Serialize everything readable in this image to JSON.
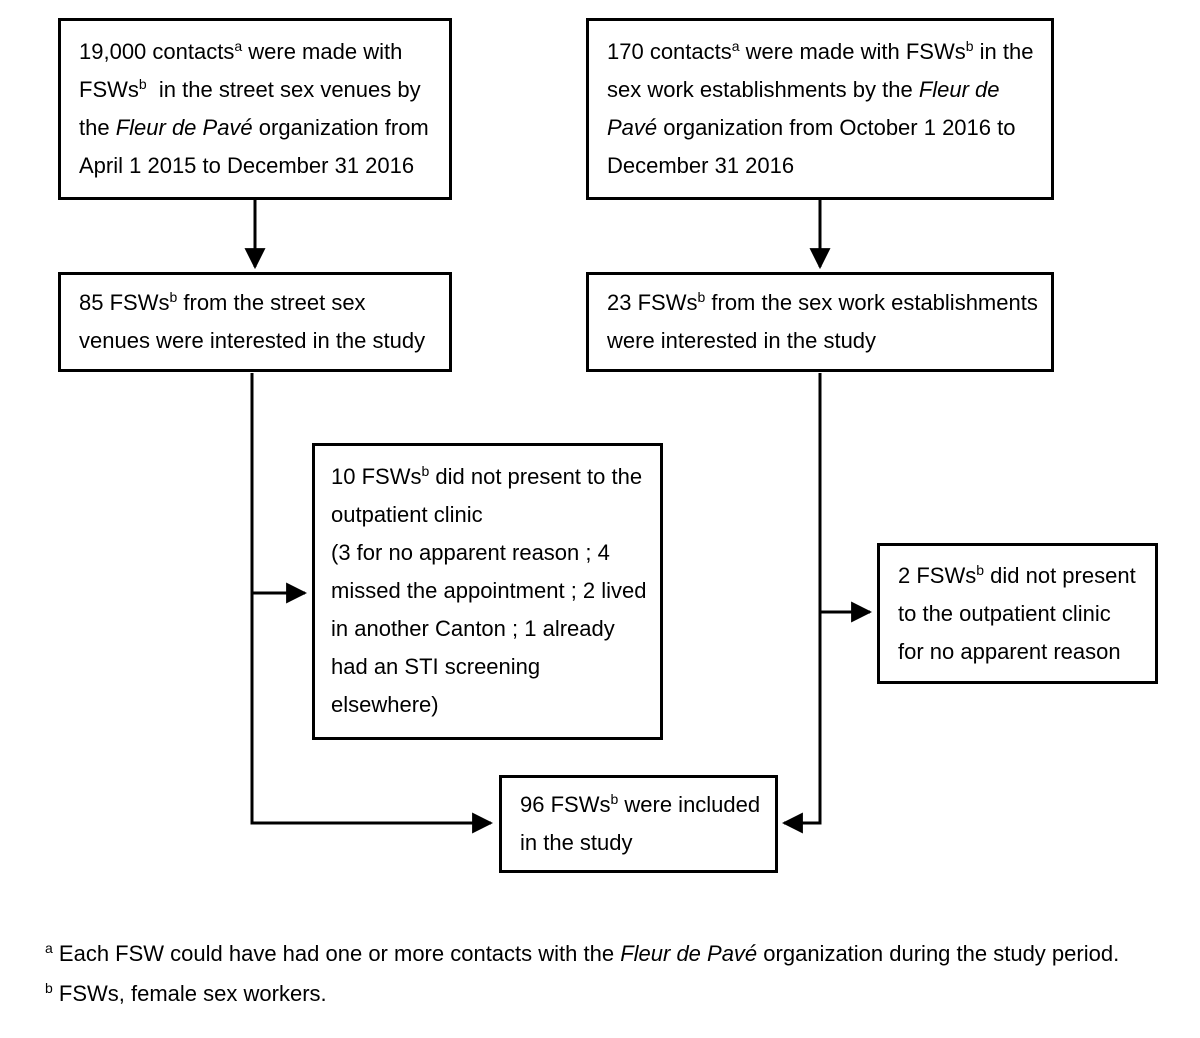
{
  "colors": {
    "line": "#000000",
    "background": "#ffffff",
    "text": "#000000"
  },
  "boxes": {
    "street_contacts": {
      "lines": [
        [
          {
            "t": "19,000 contacts"
          },
          {
            "t": "a",
            "s": "sup"
          },
          {
            "t": " were made with"
          }
        ],
        [
          {
            "t": "FSWs"
          },
          {
            "t": "b",
            "s": "sup"
          },
          {
            "t": "  in the street sex venues by"
          }
        ],
        [
          {
            "t": "the "
          },
          {
            "t": "Fleur de Pavé",
            "s": "i"
          },
          {
            "t": " organization from"
          }
        ],
        [
          {
            "t": "April 1 2015 to December 31 2016"
          }
        ]
      ]
    },
    "establishments_contacts": {
      "lines": [
        [
          {
            "t": "170 contacts"
          },
          {
            "t": "a",
            "s": "sup"
          },
          {
            "t": " were made with FSWs"
          },
          {
            "t": "b",
            "s": "sup"
          },
          {
            "t": " in the"
          }
        ],
        [
          {
            "t": "sex work establishments by the "
          },
          {
            "t": "Fleur de",
            "s": "i"
          }
        ],
        [
          {
            "t": "Pavé",
            "s": "i"
          },
          {
            "t": " organization from October 1 2016 to"
          }
        ],
        [
          {
            "t": "December 31 2016"
          }
        ]
      ]
    },
    "street_interested": {
      "lines": [
        [
          {
            "t": "85 FSWs"
          },
          {
            "t": "b",
            "s": "sup"
          },
          {
            "t": " from the street sex"
          }
        ],
        [
          {
            "t": "venues were interested in the study"
          }
        ]
      ]
    },
    "establishments_interested": {
      "lines": [
        [
          {
            "t": "23 FSWs"
          },
          {
            "t": "b",
            "s": "sup"
          },
          {
            "t": " from the sex work establishments"
          }
        ],
        [
          {
            "t": "were interested in the study"
          }
        ]
      ]
    },
    "street_exclusions": {
      "lines": [
        [
          {
            "t": "10 FSWs"
          },
          {
            "t": "b",
            "s": "sup"
          },
          {
            "t": " did not present to the"
          }
        ],
        [
          {
            "t": "outpatient clinic"
          }
        ],
        [
          {
            "t": "(3 for no apparent reason ; 4"
          }
        ],
        [
          {
            "t": "missed the appointment ; 2 lived"
          }
        ],
        [
          {
            "t": "in another Canton ; 1 already"
          }
        ],
        [
          {
            "t": "had an STI screening"
          }
        ],
        [
          {
            "t": "elsewhere)"
          }
        ]
      ]
    },
    "establishments_exclusions": {
      "lines": [
        [
          {
            "t": "2 FSWs"
          },
          {
            "t": "b",
            "s": "sup"
          },
          {
            "t": " did not present"
          }
        ],
        [
          {
            "t": "to the outpatient clinic"
          }
        ],
        [
          {
            "t": "for no apparent reason"
          }
        ]
      ]
    },
    "included": {
      "lines": [
        [
          {
            "t": "96 FSWs"
          },
          {
            "t": "b",
            "s": "sup"
          },
          {
            "t": " were included"
          }
        ],
        [
          {
            "t": "in the study"
          }
        ]
      ]
    }
  },
  "footnotes": {
    "a": {
      "lines": [
        [
          {
            "t": "a",
            "s": "sup"
          },
          {
            "t": " Each FSW could have had one or more contacts with the "
          },
          {
            "t": "Fleur de Pavé",
            "s": "i"
          },
          {
            "t": " organization during the study period."
          }
        ]
      ]
    },
    "b": {
      "lines": [
        [
          {
            "t": "b",
            "s": "sup"
          },
          {
            "t": " FSWs, female sex workers."
          }
        ]
      ]
    }
  }
}
